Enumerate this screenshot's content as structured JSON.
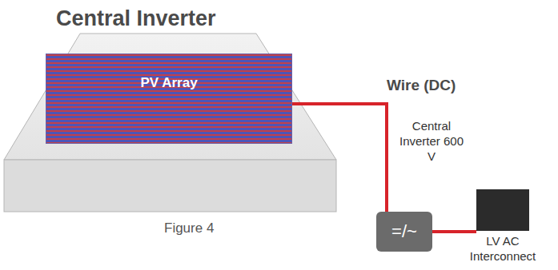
{
  "diagram": {
    "title": "Central Inverter",
    "caption": "Figure 4",
    "nodes": [
      {
        "text": [
          "PV Array"
        ]
      },
      {
        "text": [
          "Central Inverter 600 V",
          "=/~"
        ]
      },
      {
        "text": [
          "LV AC Interconnect"
        ]
      }
    ],
    "edges": [
      {
        "from": 0,
        "to": 1,
        "label": "Wire (DC)",
        "arrow": "none"
      },
      {
        "from": 1,
        "to": 2,
        "arrow": "none"
      }
    ]
  }
}
